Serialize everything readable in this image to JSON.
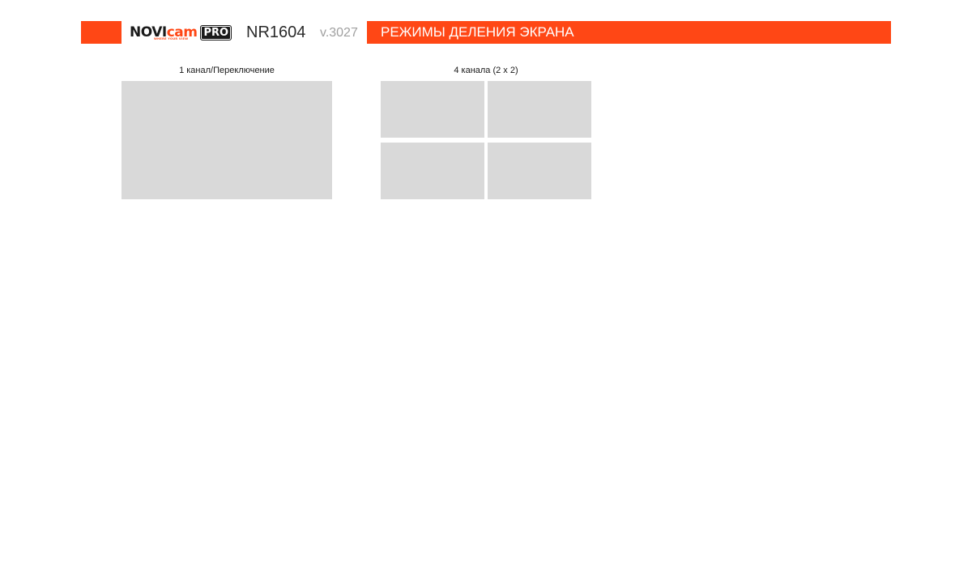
{
  "header": {
    "logo": {
      "brand_part1": "NOVI",
      "brand_part2": "cam",
      "tagline": "WHERE YOUR VIEW",
      "pro": "PRO"
    },
    "model": "NR1604",
    "version": "v.3027",
    "title": "РЕЖИМЫ ДЕЛЕНИЯ ЭКРАНА",
    "accent_color": "#ff4715"
  },
  "modes": [
    {
      "label": "1 канал/Переключение",
      "channels": 1,
      "grid": "1x1"
    },
    {
      "label": "4 канала (2 x 2)",
      "channels": 4,
      "grid": "2x2"
    }
  ],
  "colors": {
    "cell": "#d9d9d9",
    "text": "#1a1a1a",
    "version": "#a0a0a0"
  }
}
